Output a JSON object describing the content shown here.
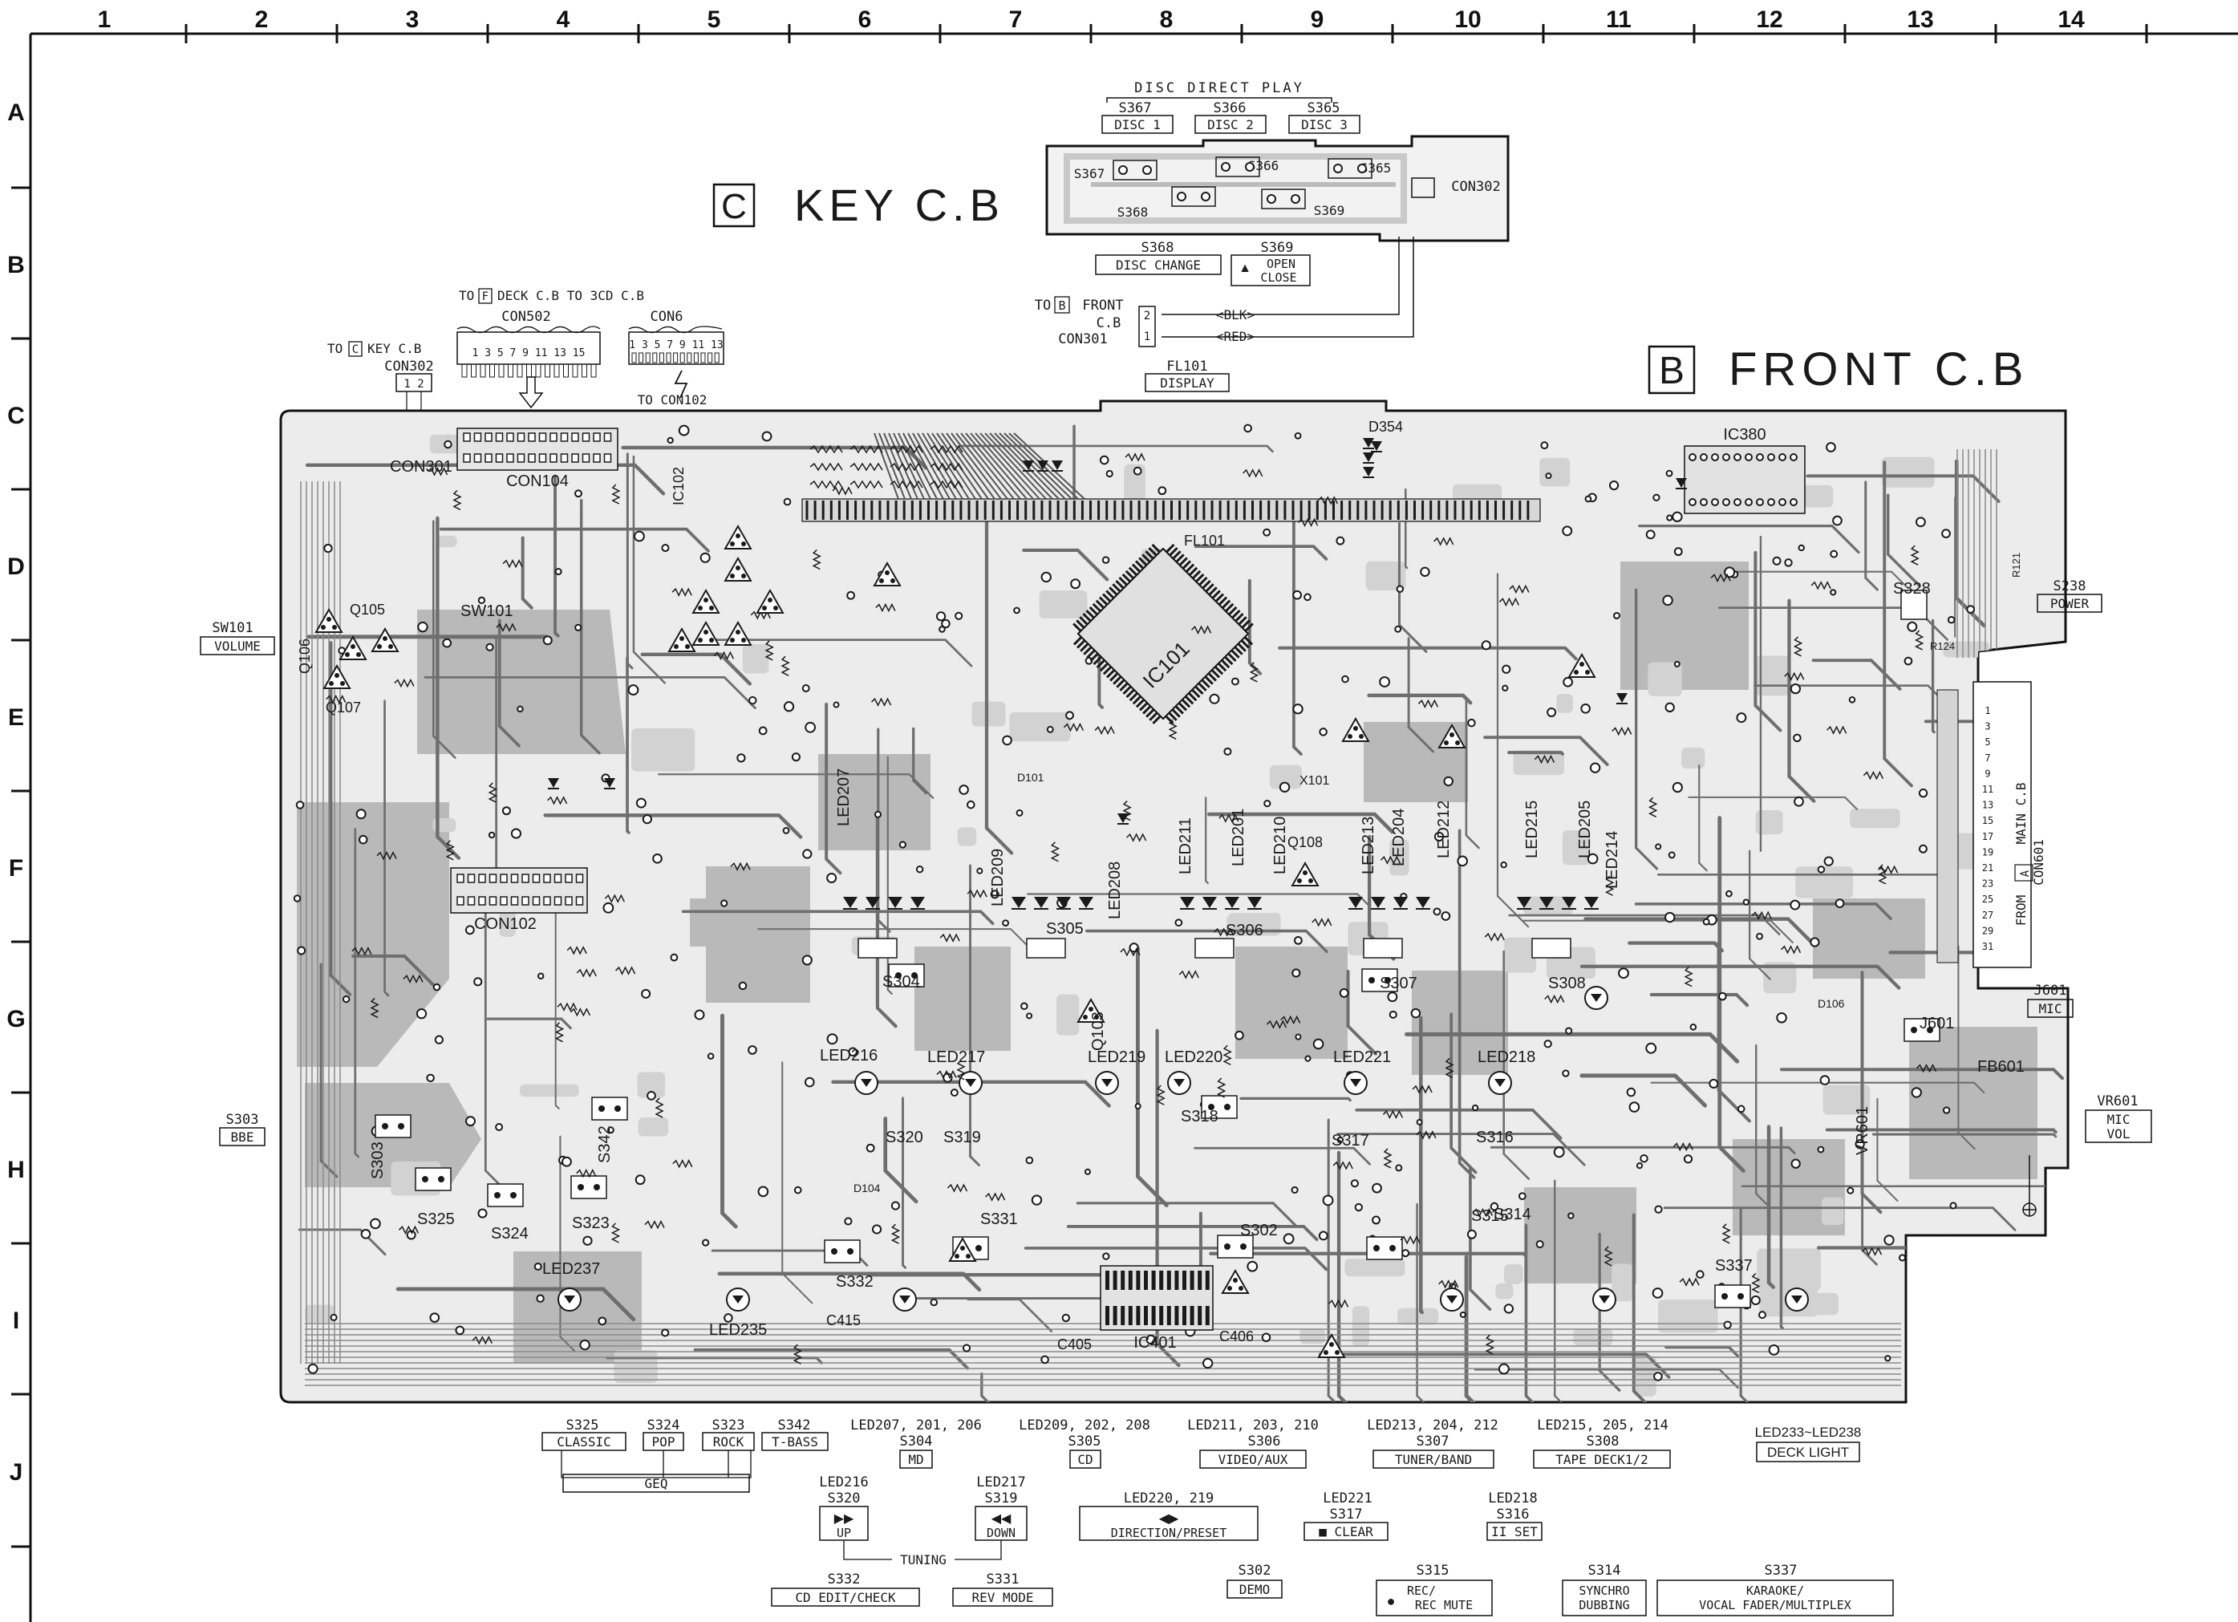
{
  "grid": {
    "columns": [
      "1",
      "2",
      "3",
      "4",
      "5",
      "6",
      "7",
      "8",
      "9",
      "10",
      "11",
      "12",
      "13",
      "14"
    ],
    "rows": [
      "A",
      "B",
      "C",
      "D",
      "E",
      "F",
      "G",
      "H",
      "I",
      "J"
    ]
  },
  "titles": {
    "key_board": "KEY C.B",
    "key_letter": "C",
    "front_board": "FRONT C.B",
    "front_letter": "B"
  },
  "key_cb": {
    "disc_direct_play": "DISC DIRECT PLAY",
    "switches": [
      {
        "ref": "S367",
        "label": "DISC 1"
      },
      {
        "ref": "S366",
        "label": "DISC 2"
      },
      {
        "ref": "S365",
        "label": "DISC 3"
      }
    ],
    "s368": {
      "ref": "S368",
      "label": "DISC CHANGE"
    },
    "s369": {
      "ref": "S369",
      "label_top": "OPEN",
      "label_bottom": "CLOSE",
      "glyph": "▲"
    },
    "con302": "CON302",
    "inner": {
      "s367": "S367",
      "s366": "S366",
      "s365": "S365",
      "s368": "S368",
      "s369": "S369"
    },
    "to_front": {
      "line1": "TO",
      "letter": "B",
      "line1b": "FRONT",
      "line2": "C.B",
      "line3": "CON301"
    },
    "wires": [
      {
        "pin": "2",
        "color": "<BLK>"
      },
      {
        "pin": "1",
        "color": "<RED>"
      }
    ]
  },
  "connectors": {
    "to_deck": {
      "text": "TO",
      "letter": "F",
      "text2": "DECK C.B TO 3CD C.B"
    },
    "con502": "CON502",
    "con502_pins": "1 3 5 7 9 11 13 15",
    "con6": "CON6",
    "con6_pins": "1 3 5 7 9 11 13",
    "to_key": {
      "text": "TO",
      "letter": "C",
      "text2": "KEY C.B"
    },
    "con302": "CON302",
    "con302_pins": "1 2",
    "to_con102": "TO CON102",
    "fl101": "FL101",
    "display": "DISPLAY"
  },
  "board_labels": {
    "con301": "CON301",
    "con104": "CON104",
    "con102": "CON102",
    "ic102": "IC102",
    "ic101": "IC101",
    "fl101": "FL101",
    "ic380": "IC380",
    "ic401": "IC401",
    "sw101": "SW101",
    "q105": "Q105",
    "q106": "Q106",
    "q107": "Q107",
    "q108": "Q108",
    "q103": "Q103",
    "x101": "X101",
    "con601": "CON601",
    "j601": "J601",
    "fb601": "FB601",
    "vr601": "VR601",
    "s325": "S325",
    "s324": "S324",
    "s323": "S323",
    "s342": "S342",
    "s303": "S303",
    "s304": "S304",
    "s305": "S305",
    "s306": "S306",
    "s307": "S307",
    "s308": "S308",
    "s320": "S320",
    "s319": "S319",
    "s318": "S318",
    "s317": "S317",
    "s316": "S316",
    "s332": "S332",
    "s331": "S331",
    "s302": "S302",
    "s315": "S315",
    "s314": "S314",
    "s337": "S337",
    "s328": "S328",
    "d354": "D354",
    "led235": "LED235",
    "led237": "LED237",
    "led216": "LED216",
    "led217": "LED217",
    "led219": "LED219",
    "led220": "LED220",
    "led221": "LED221",
    "led218": "LED218",
    "led207": "LED207",
    "led209": "LED209",
    "led211": "LED211",
    "led213": "LED213",
    "led215": "LED215",
    "led201": "LED201",
    "led204": "LED204",
    "led205": "LED205",
    "led208": "LED208",
    "led210": "LED210",
    "led212": "LED212",
    "led214": "LED214",
    "c405": "C405",
    "c406": "C406",
    "c415": "C415",
    "d101": "D101",
    "d104": "D104",
    "d106": "D106",
    "r124": "R124",
    "r121": "R121"
  },
  "side_labels": {
    "sw101": {
      "ref": "SW101",
      "label": "VOLUME"
    },
    "s303": {
      "ref": "S303",
      "label": "BBE"
    },
    "s238": {
      "ref": "S238",
      "label": "POWER"
    },
    "j601": {
      "ref": "J601",
      "label": "MIC"
    },
    "vr601": {
      "ref": "VR601",
      "label_top": "MIC",
      "label_bottom": "VOL"
    },
    "con601": {
      "line1": "FROM",
      "letter": "A",
      "line2": "MAIN C.B",
      "ref": "CON601"
    },
    "con601_pins": [
      "1",
      "3",
      "5",
      "7",
      "9",
      "11",
      "13",
      "15",
      "17",
      "19",
      "21",
      "23",
      "25",
      "27",
      "29",
      "31"
    ]
  },
  "bottom_labels": {
    "geq": {
      "refs": [
        "S325",
        "S324",
        "S323",
        "S342"
      ],
      "labels": [
        "CLASSIC",
        "POP",
        "ROCK",
        "T-BASS"
      ],
      "group": "GEQ"
    },
    "s304": {
      "leds": "LED207, 201, 206",
      "ref": "S304",
      "label": "MD"
    },
    "s305": {
      "leds": "LED209, 202, 208",
      "ref": "S305",
      "label": "CD"
    },
    "s306": {
      "leds": "LED211, 203, 210",
      "ref": "S306",
      "label": "VIDEO/AUX"
    },
    "s307": {
      "leds": "LED213, 204, 212",
      "ref": "S307",
      "label": "TUNER/BAND"
    },
    "s308": {
      "leds": "LED215, 205, 214",
      "ref": "S308",
      "label": "TAPE DECK1/2"
    },
    "deck_light": {
      "leds": "LED233~LED238",
      "label": "DECK LIGHT"
    },
    "s320": {
      "led": "LED216",
      "ref": "S320",
      "glyph": "▶▶",
      "label": "UP"
    },
    "s319": {
      "led": "LED217",
      "ref": "S319",
      "glyph": "◀◀",
      "label": "DOWN"
    },
    "tuning": "TUNING",
    "dirpreset": {
      "leds": "LED220, 219",
      "glyph": "◀▶",
      "label": "DIRECTION/PRESET"
    },
    "s317": {
      "led": "LED221",
      "ref": "S317",
      "label": "■ CLEAR"
    },
    "s316": {
      "led": "LED218",
      "ref": "S316",
      "label": "II SET"
    },
    "s332": {
      "ref": "S332",
      "label": "CD EDIT/CHECK"
    },
    "s331": {
      "ref": "S331",
      "label": "REV MODE"
    },
    "s302": {
      "ref": "S302",
      "label": "DEMO"
    },
    "s315": {
      "ref": "S315",
      "label_top": "REC/",
      "label_bottom": "REC MUTE",
      "glyph": "●"
    },
    "s314": {
      "ref": "S314",
      "label_top": "SYNCHRO",
      "label_bottom": "DUBBING"
    },
    "s337": {
      "ref": "S337",
      "label_top": "KARAOKE/",
      "label_bottom": "VOCAL FADER/MULTIPLEX"
    }
  },
  "colors": {
    "ink": "#1a1a1a",
    "copper": "#b9b9b9",
    "copper_light": "#d2d2d2",
    "board_bg": "#ebebeb",
    "paper": "#ffffff"
  }
}
